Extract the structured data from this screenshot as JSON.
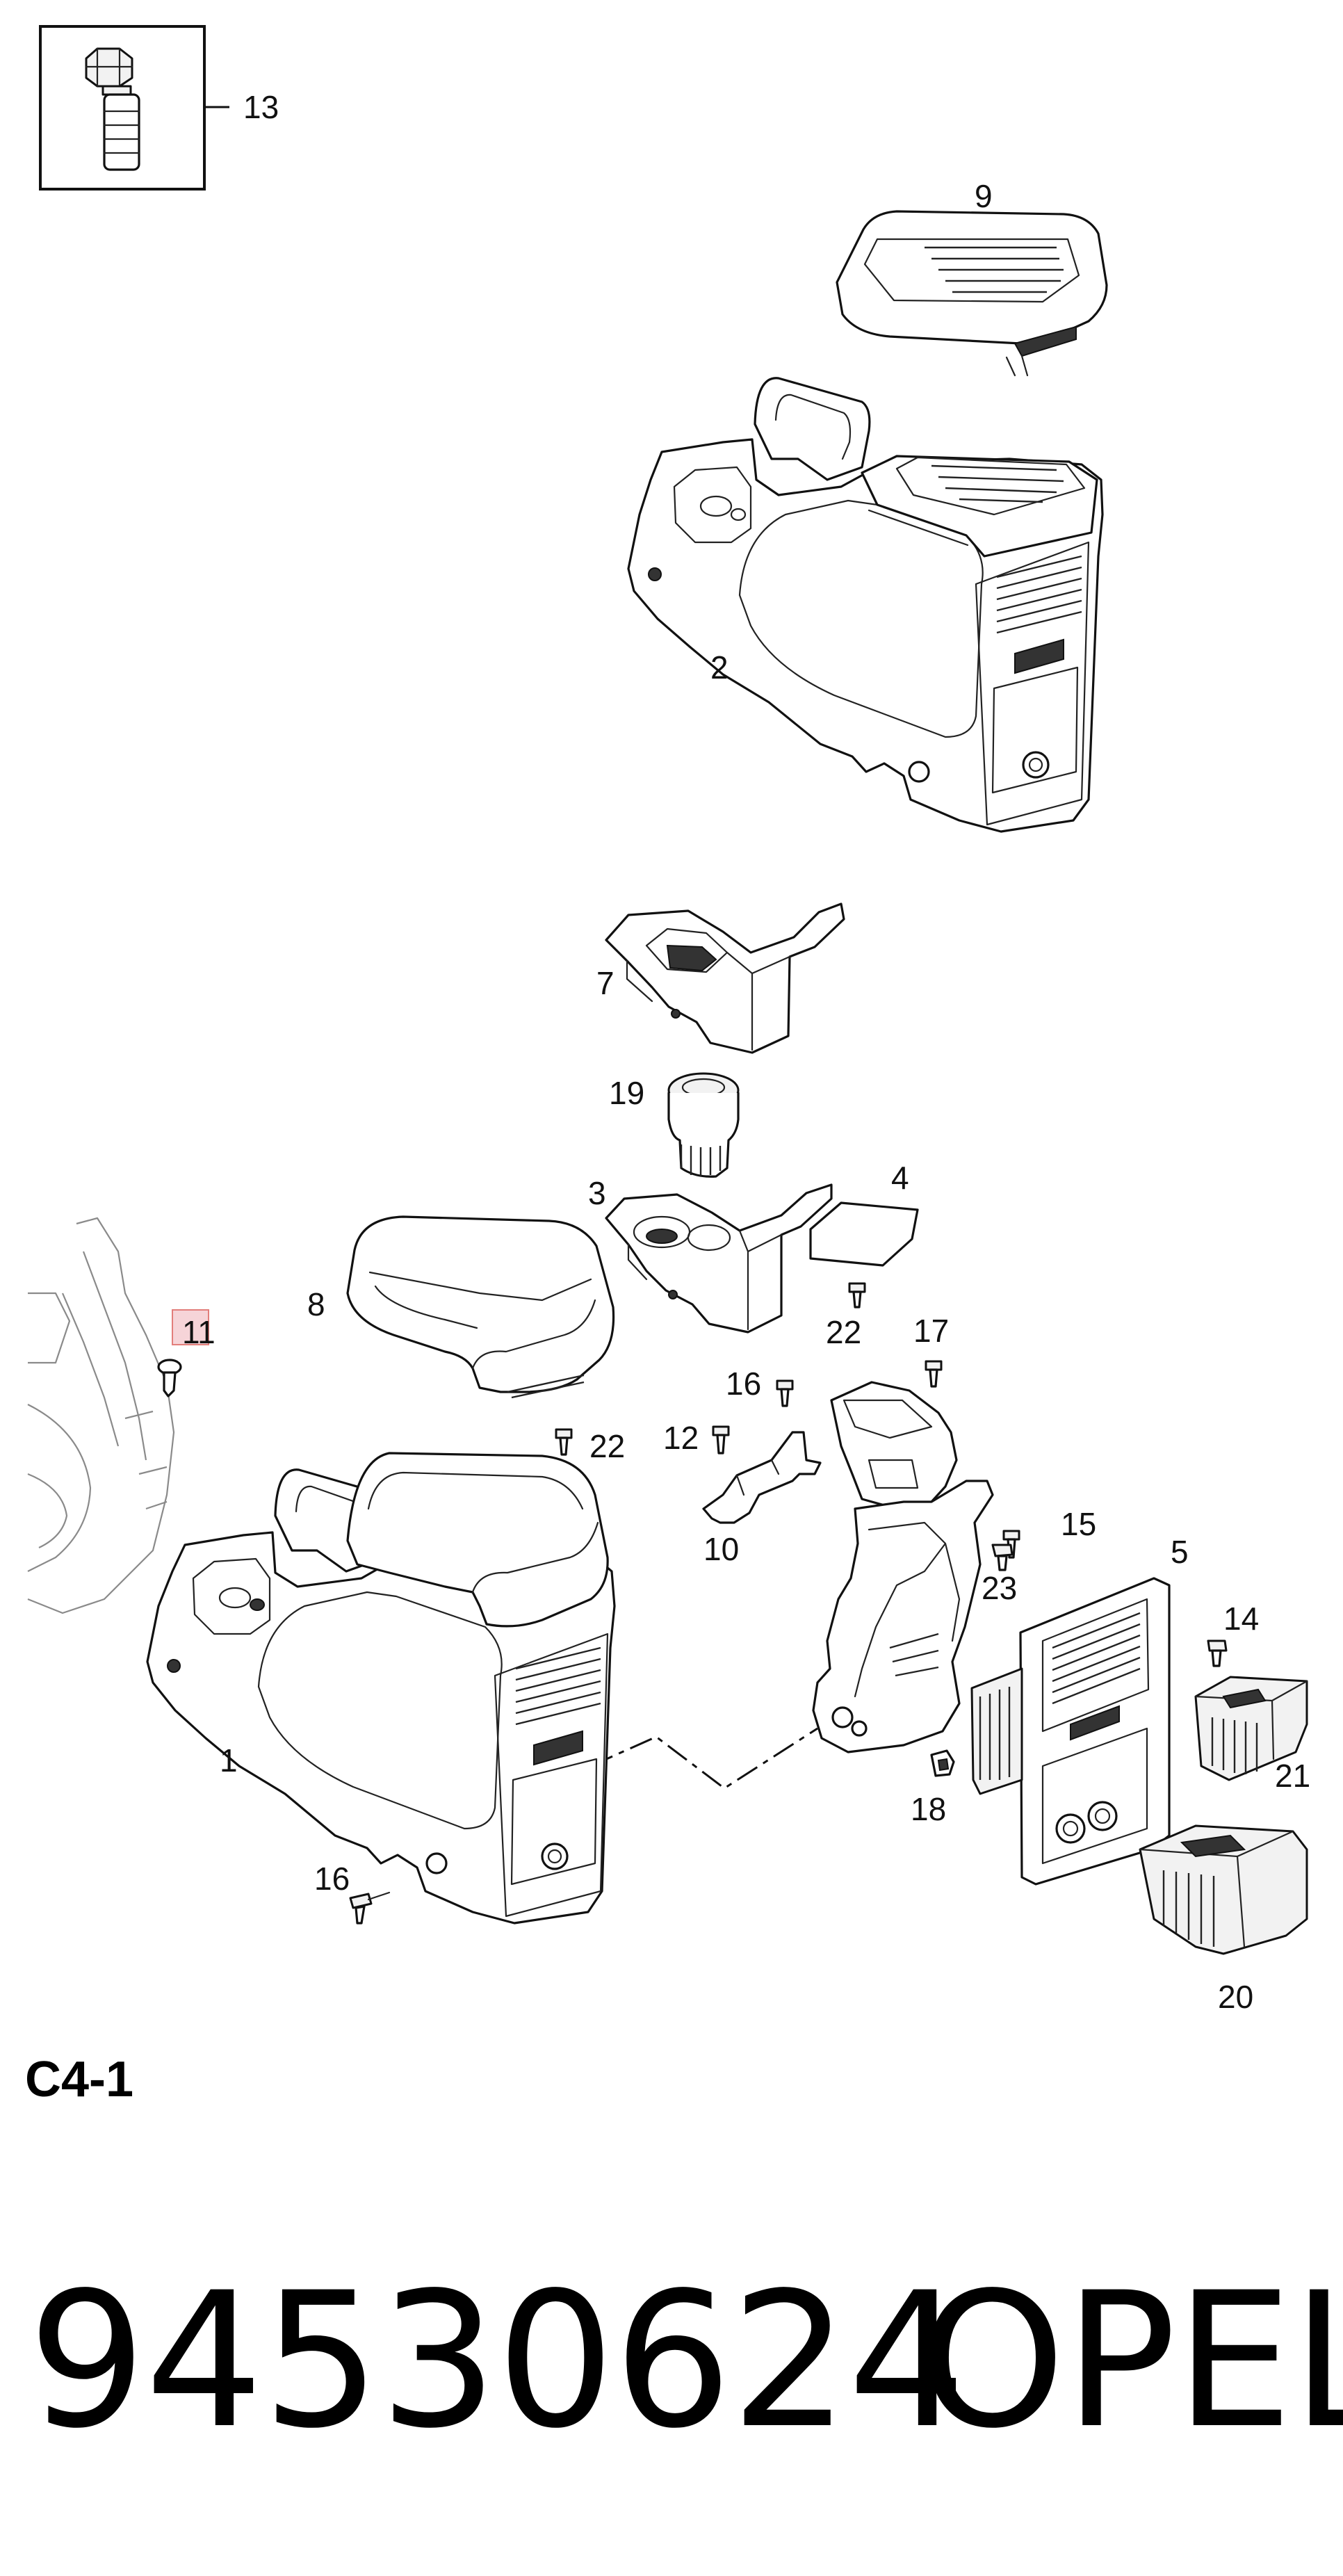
{
  "diagram": {
    "inset": {
      "callout": "13"
    },
    "callouts": {
      "c1": "1",
      "c2": "2",
      "c3": "3",
      "c4": "4",
      "c5": "5",
      "c7": "7",
      "c8": "8",
      "c9": "9",
      "c10": "10",
      "c11": "11",
      "c12": "12",
      "c13": "13",
      "c14": "14",
      "c15": "15",
      "c16a": "16",
      "c16b": "16",
      "c17": "17",
      "c18": "18",
      "c19": "19",
      "c20": "20",
      "c21": "21",
      "c22a": "22",
      "c22b": "22",
      "c23": "23"
    },
    "highlighted_callout": "11",
    "highlight_color": "#f4c6cc"
  },
  "footer": {
    "section_code": "C4-1",
    "part_number": "94530624",
    "brand": "OPEL"
  }
}
